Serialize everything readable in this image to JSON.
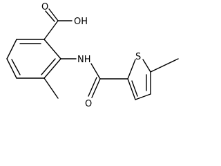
{
  "molecule": {
    "labels": {
      "carboxyl_o": "O",
      "hydroxyl": "OH",
      "amide_nh": "NH",
      "amide_o": "O",
      "thiophene_s": "S"
    }
  }
}
